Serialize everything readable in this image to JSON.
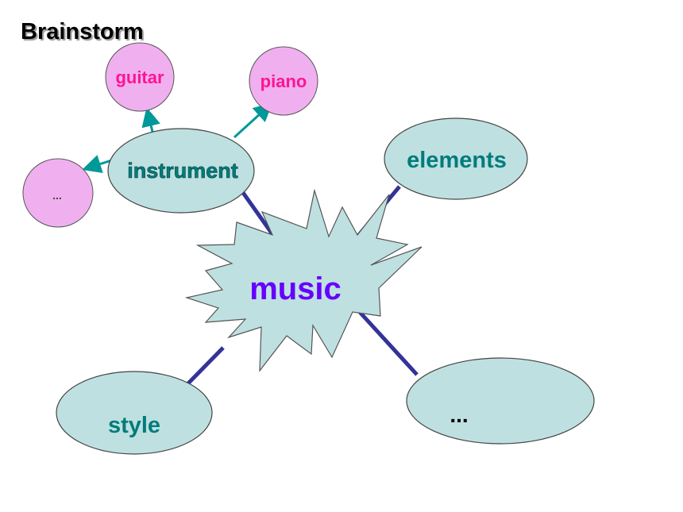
{
  "title": "Brainstorm",
  "center": {
    "label": "music"
  },
  "branches": {
    "instrument": "instrument",
    "elements": "elements",
    "style": "style",
    "more": "..."
  },
  "sub_branches": {
    "guitar": "guitar",
    "piano": "piano",
    "more": "..."
  },
  "colors": {
    "ellipse_fill": "#bfe0e0",
    "sub_fill": "#f0b0f0",
    "burst_fill": "#bfe0e0",
    "center_text": "#6600ff",
    "branch_text": "#007c7c",
    "sub_text": "#ff1493",
    "main_connector": "#333399",
    "sub_connector": "#009999"
  }
}
